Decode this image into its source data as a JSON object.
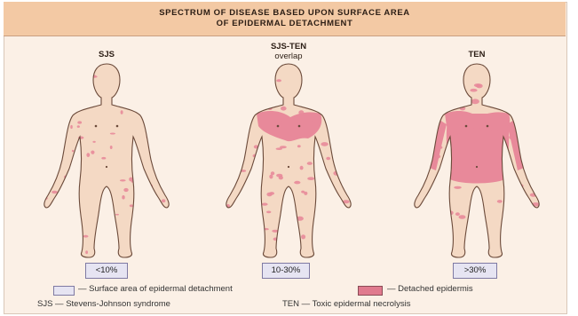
{
  "title": {
    "line1": "SPECTRUM OF DISEASE BASED UPON SURFACE AREA",
    "line2": "OF EPIDERMAL DETACHMENT"
  },
  "columns": [
    {
      "label": "SJS",
      "sublabel": "",
      "percent": "<10%"
    },
    {
      "label": "SJS-TEN",
      "sublabel": "overlap",
      "percent": "10-30%"
    },
    {
      "label": "TEN",
      "sublabel": "",
      "percent": ">30%"
    }
  ],
  "legend": {
    "surface_area": "— Surface area of epidermal detachment",
    "detached": "— Detached epidermis",
    "sjs": "SJS — Stevens-Johnson syndrome",
    "ten": "TEN — Toxic epidermal necrolysis"
  },
  "colors": {
    "skin": "#f4d9c4",
    "outline": "#6b4a3a",
    "lesion": "#e8899a",
    "box_fill": "#e6e4f2",
    "box_border": "#7f7aa3",
    "detached_swatch": "#e07a8e"
  }
}
